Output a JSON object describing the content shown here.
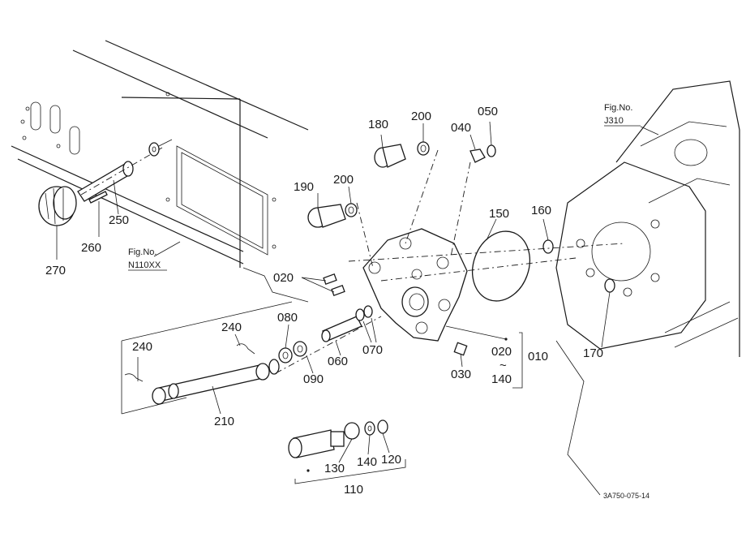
{
  "callouts": {
    "p270": "270",
    "p260": "260",
    "p250": "250",
    "p180": "180",
    "p200a": "200",
    "p040": "040",
    "p050": "050",
    "p190": "190",
    "p200b": "200",
    "p150": "150",
    "p160": "160",
    "p020": "020",
    "p080": "080",
    "p240a": "240",
    "p240b": "240",
    "p090": "090",
    "p060": "060",
    "p070": "070",
    "p030": "030",
    "p020r": "020",
    "tilde": "~",
    "p140r": "140",
    "p010": "010",
    "p170": "170",
    "p210": "210",
    "p130": "130",
    "p140": "140",
    "p120": "120",
    "p110": "110"
  },
  "fig_refs": {
    "ref1_label": "Fig.No.",
    "ref1_code": "N110XX",
    "ref2_label": "Fig.No.",
    "ref2_code": "J310"
  },
  "drawing_code": "3A750-075-14"
}
